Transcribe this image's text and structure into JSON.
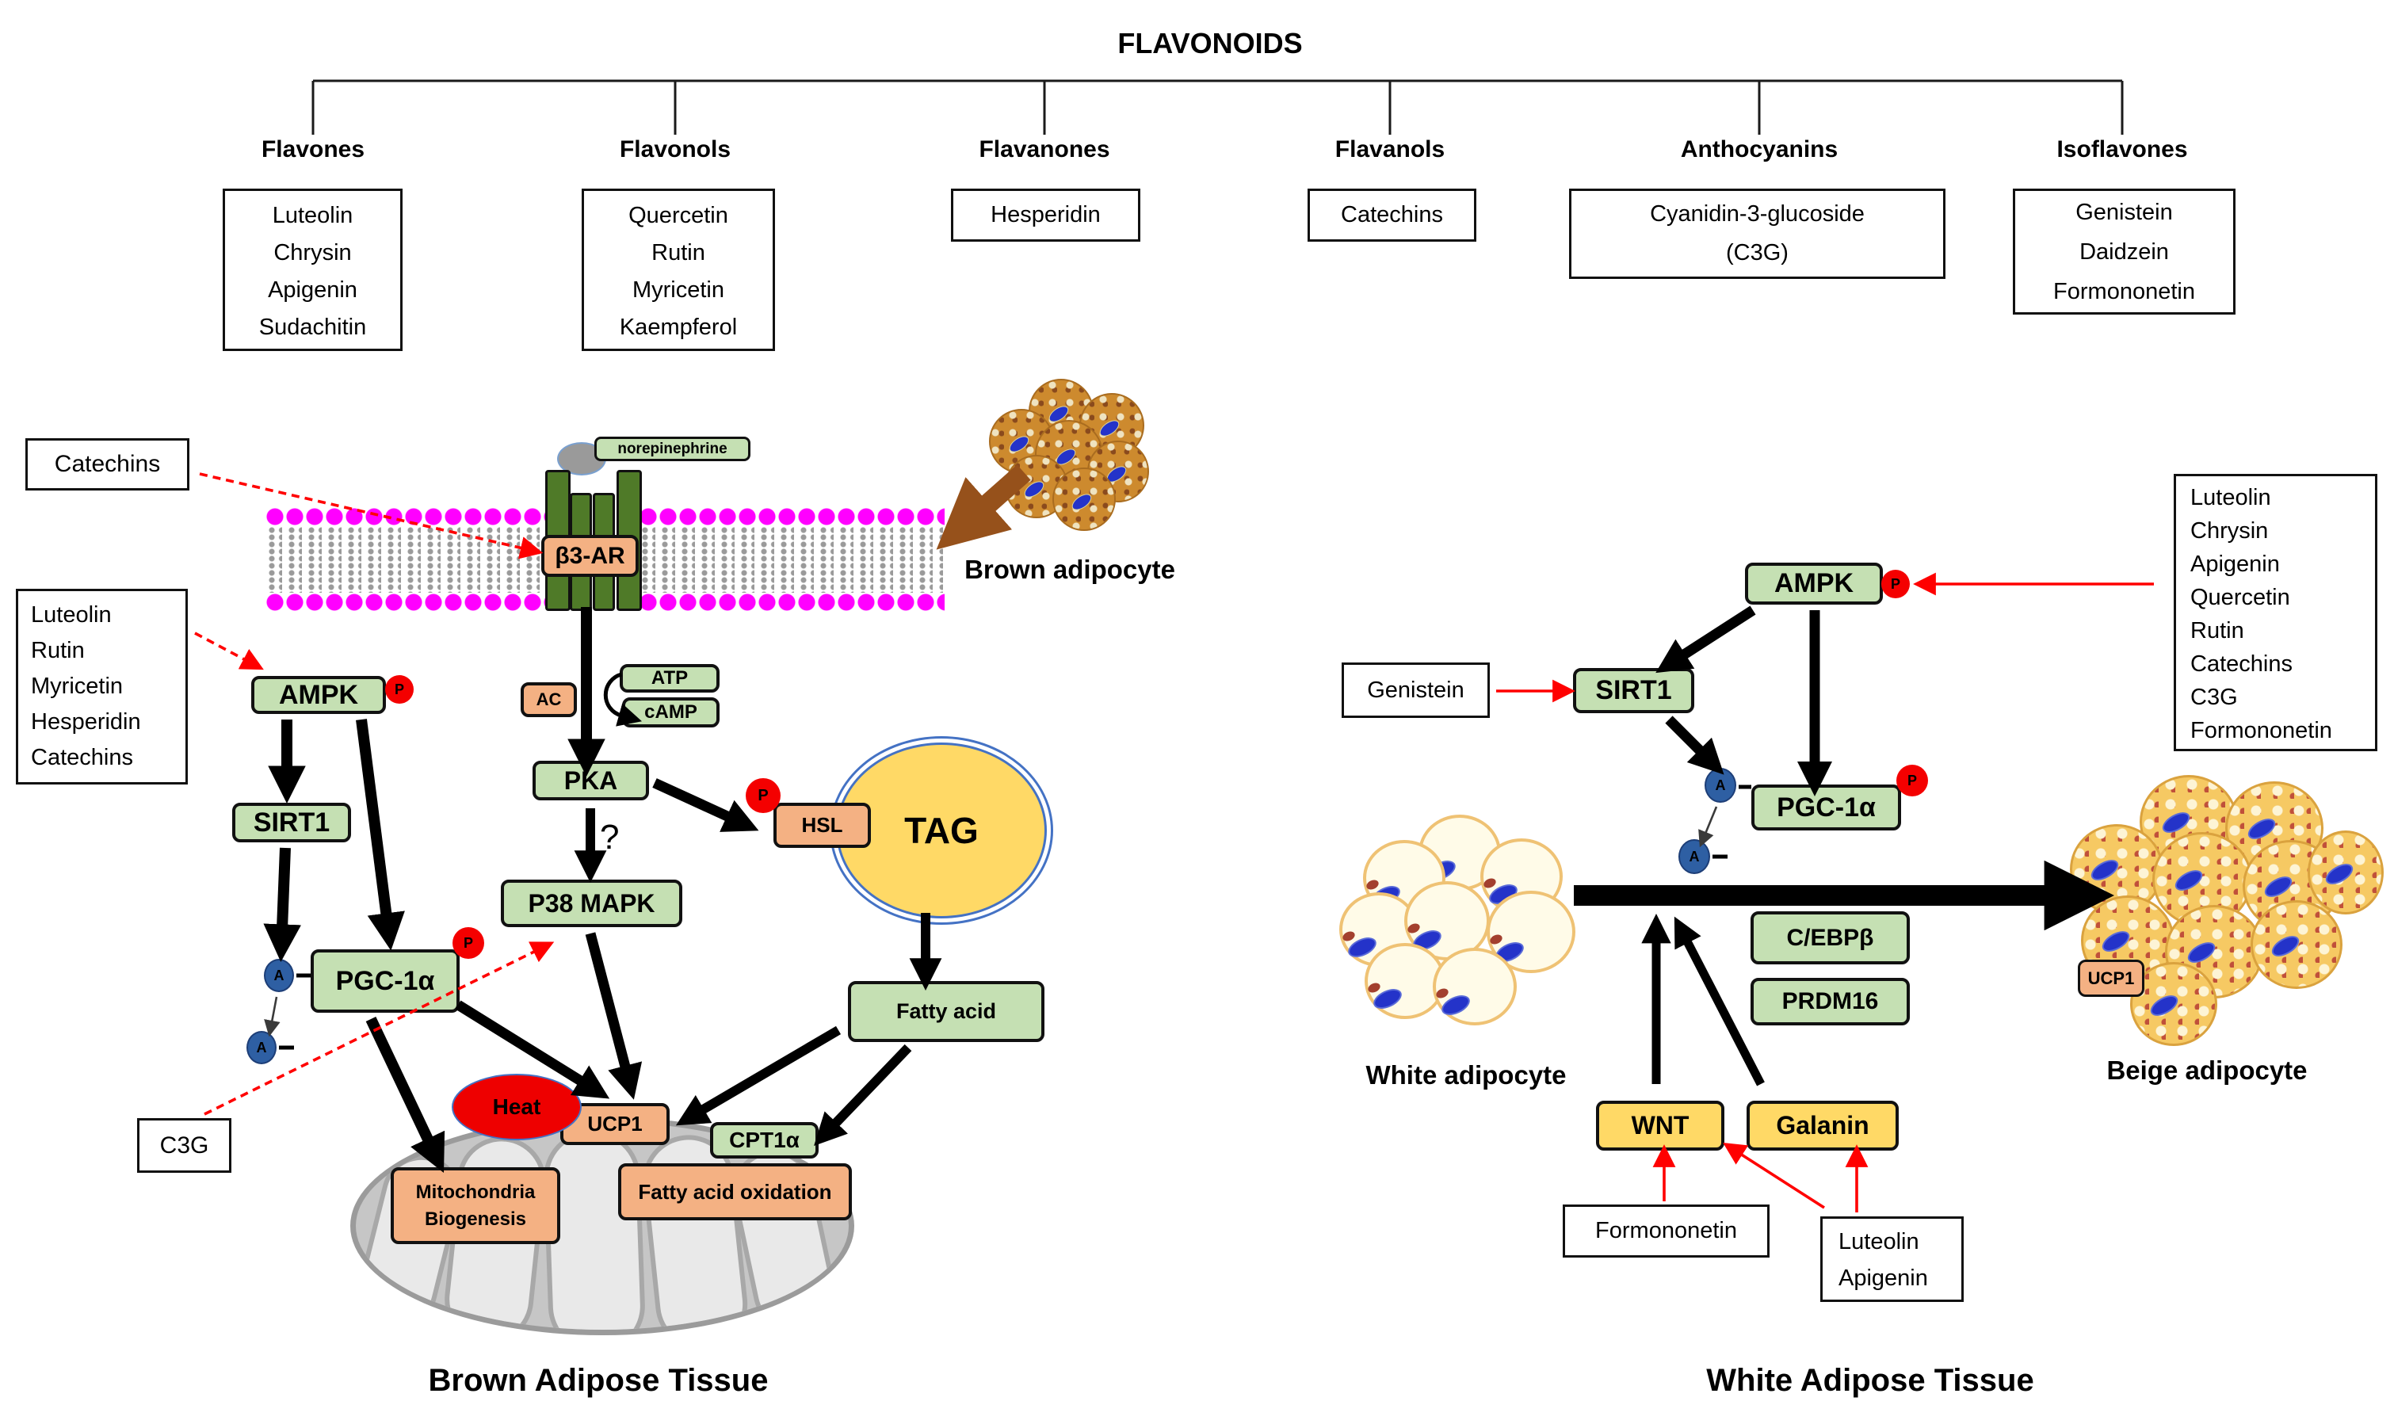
{
  "title": "FLAVONOIDS",
  "taxonomy": [
    {
      "name": "Flavones",
      "members": [
        "Luteolin",
        "Chrysin",
        "Apigenin",
        "Sudachitin"
      ]
    },
    {
      "name": "Flavonols",
      "members": [
        "Quercetin",
        "Rutin",
        "Myricetin",
        "Kaempferol"
      ]
    },
    {
      "name": "Flavanones",
      "members": [
        "Hesperidin"
      ]
    },
    {
      "name": "Flavanols",
      "members": [
        "Catechins"
      ]
    },
    {
      "name": "Anthocyanins",
      "members": [
        "Cyanidin-3-glucoside",
        "(C3G)"
      ]
    },
    {
      "name": "Isoflavones",
      "members": [
        "Genistein",
        "Daidzein",
        "Formononetin"
      ]
    }
  ],
  "badges": {
    "phospho": "P",
    "acetyl": "A"
  },
  "brown": {
    "heading": "Brown Adipose Tissue",
    "adipocyte_label": "Brown adipocyte",
    "ligand": "norepinephrine",
    "receptor": "β3-AR",
    "catechins_box": "Catechins",
    "activator_box": [
      "Luteolin",
      "Rutin",
      "Myricetin",
      "Hesperidin",
      "Catechins"
    ],
    "c3g_box": "C3G",
    "ac": "AC",
    "atp": "ATP",
    "camp": "cAMP",
    "pka": "PKA",
    "question_mark": "?",
    "p38": "P38 MAPK",
    "hsl": "HSL",
    "tag": "TAG",
    "fatty_acid": "Fatty acid",
    "ampk": "AMPK",
    "sirt1": "SIRT1",
    "pgc1a": "PGC-1α",
    "heat": "Heat",
    "ucp1": "UCP1",
    "cpt1a": "CPT1α",
    "mito_biogenesis": [
      "Mitochondria",
      "Biogenesis"
    ],
    "fatty_acid_oxidation": "Fatty acid oxidation"
  },
  "white": {
    "heading": "White Adipose Tissue",
    "white_label": "White adipocyte",
    "beige_label": "Beige adipocyte",
    "activator_box": [
      "Luteolin",
      "Chrysin",
      "Apigenin",
      "Quercetin",
      "Rutin",
      "Catechins",
      "C3G",
      "Formononetin"
    ],
    "genistein_box": "Genistein",
    "formononetin_box": "Formononetin",
    "lut_api_box": [
      "Luteolin",
      "Apigenin"
    ],
    "ampk": "AMPK",
    "sirt1": "SIRT1",
    "pgc1a": "PGC-1α",
    "cebpb": "C/EBPβ",
    "prdm16": "PRDM16",
    "wnt": "WNT",
    "galanin": "Galanin",
    "ucp1": "UCP1"
  },
  "colors": {
    "node_green": "#c5e0b3",
    "node_orange": "#f4b183",
    "node_yellow": "#ffd966",
    "phospho_red": "#f40000",
    "acetyl_blue": "#2e5fa3",
    "membrane_magenta": "#ff00ff",
    "receptor_green": "#4f7a28",
    "heat_red": "#ee0000",
    "tag_ring_blue": "#4472c4",
    "brown_arrow": "#96511b"
  }
}
